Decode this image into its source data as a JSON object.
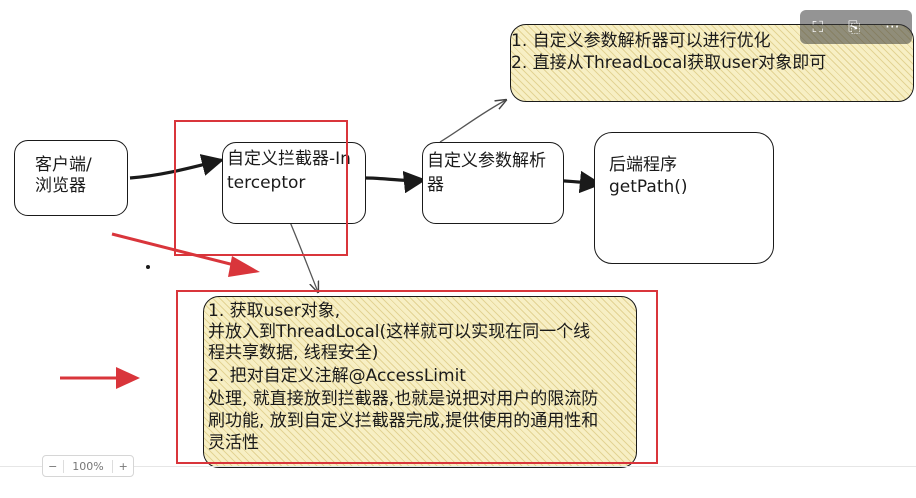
{
  "nodes": {
    "client": "客户端/\n浏览器",
    "interceptor_line1": "自定义拦截器-In",
    "interceptor_line2": "terceptor",
    "resolver_line1": "自定义参数解析",
    "resolver_line2": "器",
    "backend_line1": "后端程序",
    "backend_line2": "getPath()"
  },
  "notes": {
    "top": [
      "1. 自定义参数解析器可以进行优化",
      "2. 直接从ThreadLocal获取user对象即可"
    ],
    "bottom": [
      "1. 获取user对象,",
      "并放入到ThreadLocal(这样就可以实现在同一个线",
      "程共享数据, 线程安全)",
      "2. 把对自定义注解@AccessLimit",
      "处理, 就直接放到拦截器,也就是说把对用户的限流防",
      "刷功能, 放到自定义拦截器完成,提供使用的通用性和",
      "灵活性"
    ]
  },
  "toolbar": {
    "expand_icon": "expand-icon",
    "ocr_icon": "text-recognize-icon",
    "more_icon": "more-icon",
    "more_label": "···"
  },
  "zoom": {
    "minus_label": "−",
    "value_label": "100%",
    "plus_label": "+"
  },
  "colors": {
    "annotation_red": "#d9353b",
    "note_fill": "#f7efc4",
    "stroke": "#1a1a1a"
  }
}
